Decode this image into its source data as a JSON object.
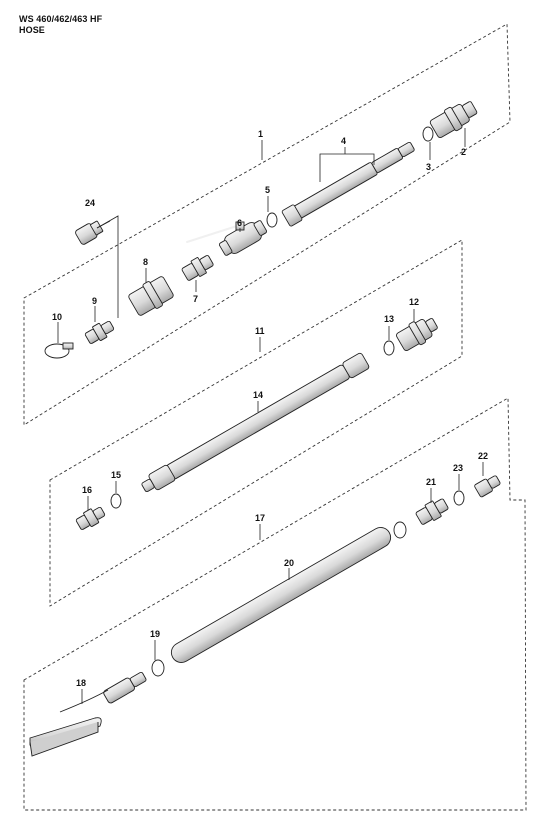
{
  "header": {
    "model": "WS 460/462/463 HF",
    "section": "HOSE"
  },
  "callouts": [
    {
      "label": "1"
    },
    {
      "label": "2"
    },
    {
      "label": "3"
    },
    {
      "label": "4"
    },
    {
      "label": "5"
    },
    {
      "label": "6"
    },
    {
      "label": "7"
    },
    {
      "label": "8"
    },
    {
      "label": "9"
    },
    {
      "label": "10"
    },
    {
      "label": "11"
    },
    {
      "label": "12"
    },
    {
      "label": "13"
    },
    {
      "label": "14"
    },
    {
      "label": "15"
    },
    {
      "label": "16"
    },
    {
      "label": "17"
    },
    {
      "label": "18"
    },
    {
      "label": "19"
    },
    {
      "label": "20"
    },
    {
      "label": "21"
    },
    {
      "label": "22"
    },
    {
      "label": "23"
    },
    {
      "label": "24"
    }
  ],
  "colors": {
    "line": "#222222",
    "part_fill": "#e6e6e6",
    "part_shade": "#bdbdbd",
    "background": "#ffffff"
  }
}
